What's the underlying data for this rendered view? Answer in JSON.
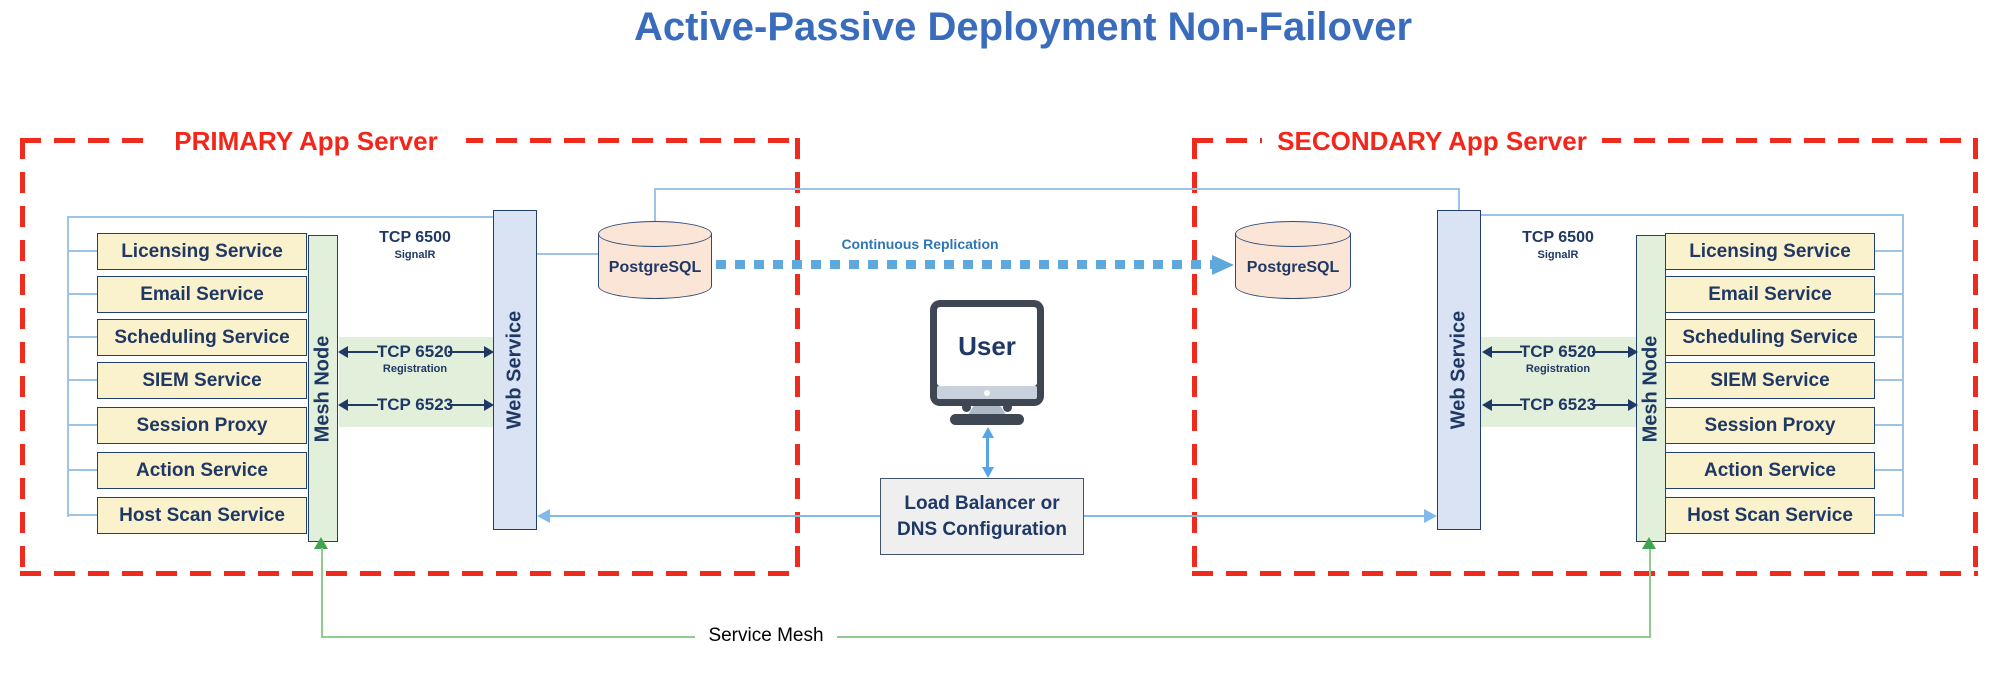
{
  "title": "Active-Passive Deployment Non-Failover",
  "primary": {
    "label": "PRIMARY App Server",
    "services": [
      "Licensing Service",
      "Email Service",
      "Scheduling Service",
      "SIEM Service",
      "Session Proxy",
      "Action Service",
      "Host Scan Service"
    ],
    "mesh_node": "Mesh Node",
    "web_service": "Web Service",
    "signalr_port": "TCP 6500",
    "signalr_protocol": "SignalR",
    "registration_port": "TCP 6520",
    "registration_label": "Registration",
    "mesh_port": "TCP 6523",
    "database": "PostgreSQL"
  },
  "secondary": {
    "label": "SECONDARY App Server",
    "services": [
      "Licensing Service",
      "Email Service",
      "Scheduling Service",
      "SIEM Service",
      "Session Proxy",
      "Action Service",
      "Host Scan Service"
    ],
    "mesh_node": "Mesh Node",
    "web_service": "Web Service",
    "signalr_port": "TCP 6500",
    "signalr_protocol": "SignalR",
    "registration_port": "TCP 6520",
    "registration_label": "Registration",
    "mesh_port": "TCP 6523",
    "database": "PostgreSQL"
  },
  "replication_label": "Continuous Replication",
  "user_label": "User",
  "load_balancer": {
    "line1": "Load Balancer or",
    "line2": "DNS Configuration"
  },
  "service_mesh_label": "Service Mesh",
  "colors": {
    "title_blue": "#3A6CBE",
    "zone_border_red": "#EE2B1C",
    "zone_label_red": "#F3261A",
    "service_fill_yellow": "#FAF1CD",
    "mesh_fill_green": "#E2EFDA",
    "web_fill_blue": "#DAE3F3",
    "db_fill_peach": "#FBE5D6",
    "navy_text": "#1F3864",
    "connector_blue": "#9DC3E6",
    "replication_blue": "#5FA8DC",
    "service_mesh_green": "#8FCD8F"
  }
}
